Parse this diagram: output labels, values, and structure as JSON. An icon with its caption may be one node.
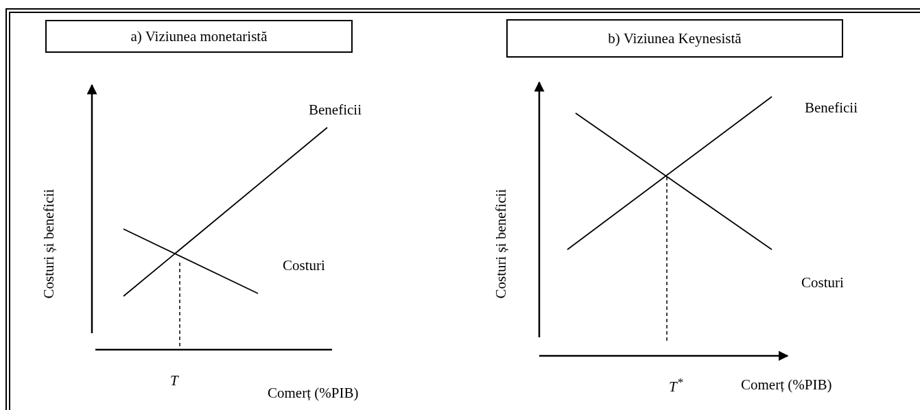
{
  "diagram": {
    "nodes": [
      {
        "text": [
          "a)   Viziunea monetaristă"
        ]
      },
      {
        "text": [
          "b) Viziunea Keynesistă"
        ]
      }
    ],
    "labels": [
      "Beneficii",
      "Costuri și beneficii",
      "Costuri",
      "T",
      "Comerț (%PIB)",
      "Beneficii",
      "Costuri și beneficii",
      "Costuri",
      "T$^{*}$",
      "Comerț (%PIB)"
    ]
  }
}
